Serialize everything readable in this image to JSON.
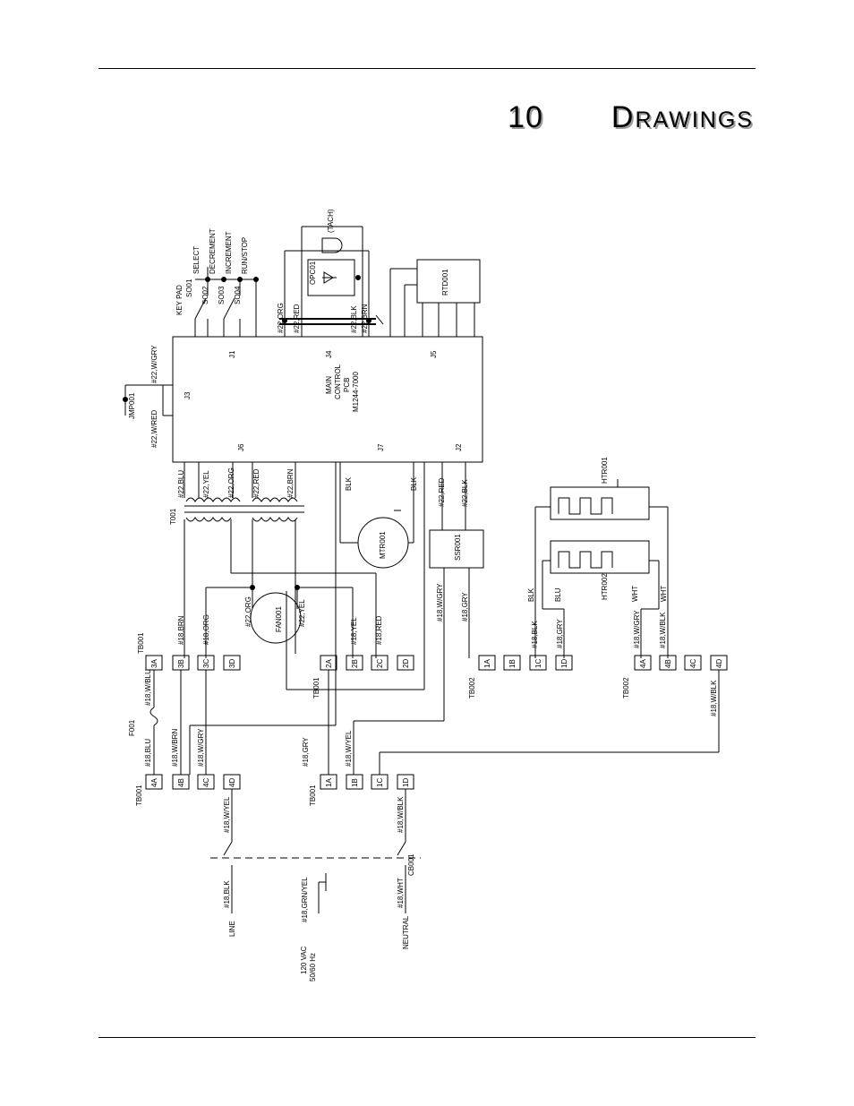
{
  "heading": {
    "number": "10",
    "title_first_letter": "D",
    "title_rest": "RAWINGS"
  },
  "diagram": {
    "pcb": {
      "label_line1": "MAIN",
      "label_line2": "CONTROL",
      "label_line3": "PCB",
      "label_line4": "M1244-7000"
    },
    "connectors": {
      "j1": "J1",
      "j2": "J2",
      "j3": "J3",
      "j4": "J4",
      "j5": "J5",
      "j6": "J6",
      "j7": "J7"
    },
    "keypad": {
      "label": "KEY PAD",
      "switches": [
        "SO01",
        "SO02",
        "SO03",
        "SO04"
      ],
      "functions": [
        "SELECT",
        "DECREMENT",
        "INCREMENT",
        "RUN/STOP"
      ]
    },
    "opto": {
      "label": "OPC01",
      "tach": "(TACH)",
      "wires": [
        "#22,ORG",
        "#22,RED",
        "#22,BLK",
        "#22,BRN"
      ]
    },
    "rtd": {
      "label": "RTD001"
    },
    "jumper": {
      "label": "JMP001",
      "wires": [
        "#22,W/GRY",
        "#22,W/RED"
      ]
    },
    "transformer": {
      "label": "T001",
      "wires": [
        "#22,BLU",
        "#22,YEL",
        "#22,ORG",
        "#22,RED",
        "#22,BRN"
      ]
    },
    "motor": {
      "label": "MTR001",
      "wires": [
        "BLK",
        "BLK"
      ]
    },
    "ssr": {
      "label": "SSR001",
      "wires": [
        "#22,RED",
        "#22,BLK",
        "#18,W/GRY",
        "#18,GRY"
      ]
    },
    "fan": {
      "label": "FAN001",
      "wires": [
        "#22,ORG",
        "#22,YEL"
      ]
    },
    "heaters": {
      "htr1": "HTR001",
      "htr2": "HTR002",
      "wires": [
        "BLK",
        "BLU",
        "WHT",
        "WHT"
      ]
    },
    "terminal_blocks": {
      "tb001": "TB001",
      "tb002": "TB002",
      "row3": [
        "3A",
        "3B",
        "3C",
        "3D"
      ],
      "row2": [
        "2A",
        "2B",
        "2C",
        "2D"
      ],
      "row4": [
        "4A",
        "4B",
        "4C",
        "4D"
      ],
      "row1": [
        "1A",
        "1B",
        "1C",
        "1D"
      ],
      "tb2_row1": [
        "1A",
        "1B",
        "1C",
        "1D"
      ],
      "tb2_row4": [
        "4A",
        "4B",
        "4C",
        "4D"
      ]
    },
    "wire_labels": {
      "w3b": "#18,BRN",
      "w3c": "#18,ORG",
      "w2b": "#18,YEL",
      "w2c": "#18,RED",
      "w4a": "#18,W/BLU",
      "w4a_lower": "#18,BLU",
      "w4b": "#18,W/BRN",
      "w4c": "#18,W/GRY",
      "w1a": "#18,GRY",
      "w1b": "#18,W/YEL",
      "tb2_1c": "#18,BLK",
      "tb2_1d": "#18,GRY",
      "tb2_4a": "#18,W/GRY",
      "tb2_4b": "#18,W/BLK",
      "tb2_4d": "#18,W/BLK",
      "w4d": "#18,W/YEL",
      "w1d": "#18,W/BLK",
      "line_wire": "#18,BLK",
      "neutral_wire": "#18,WHT",
      "ground_wire": "#18,GRN/YEL"
    },
    "fuse": "F001",
    "breaker": "CB001",
    "line": "LINE",
    "neutral": "NEUTRAL",
    "supply_line1": "120 VAC",
    "supply_line2": "50/60 Hz"
  }
}
